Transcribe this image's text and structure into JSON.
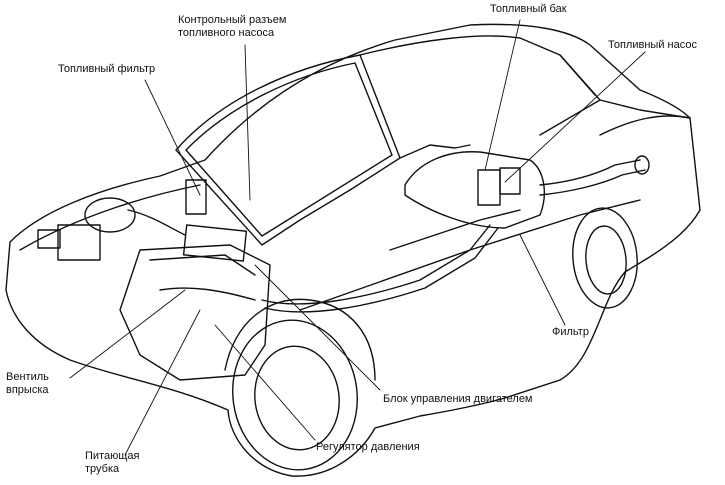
{
  "labels": {
    "control_connector": [
      "Контрольный разъем",
      "топливного насоса"
    ],
    "fuel_tank": "Топливный бак",
    "fuel_pump": "Топливный насос",
    "fuel_filter": "Топливный фильтр",
    "tank_filter": "Фильтр",
    "injector": [
      "Вентиль",
      "впрыска"
    ],
    "engine_control_unit": "Блок управления двигателем",
    "pressure_regulator": "Регулятор давления",
    "supply_pipe": [
      "Питающая",
      "трубка"
    ]
  },
  "colors": {
    "ink": "#111111",
    "background": "#ffffff"
  }
}
